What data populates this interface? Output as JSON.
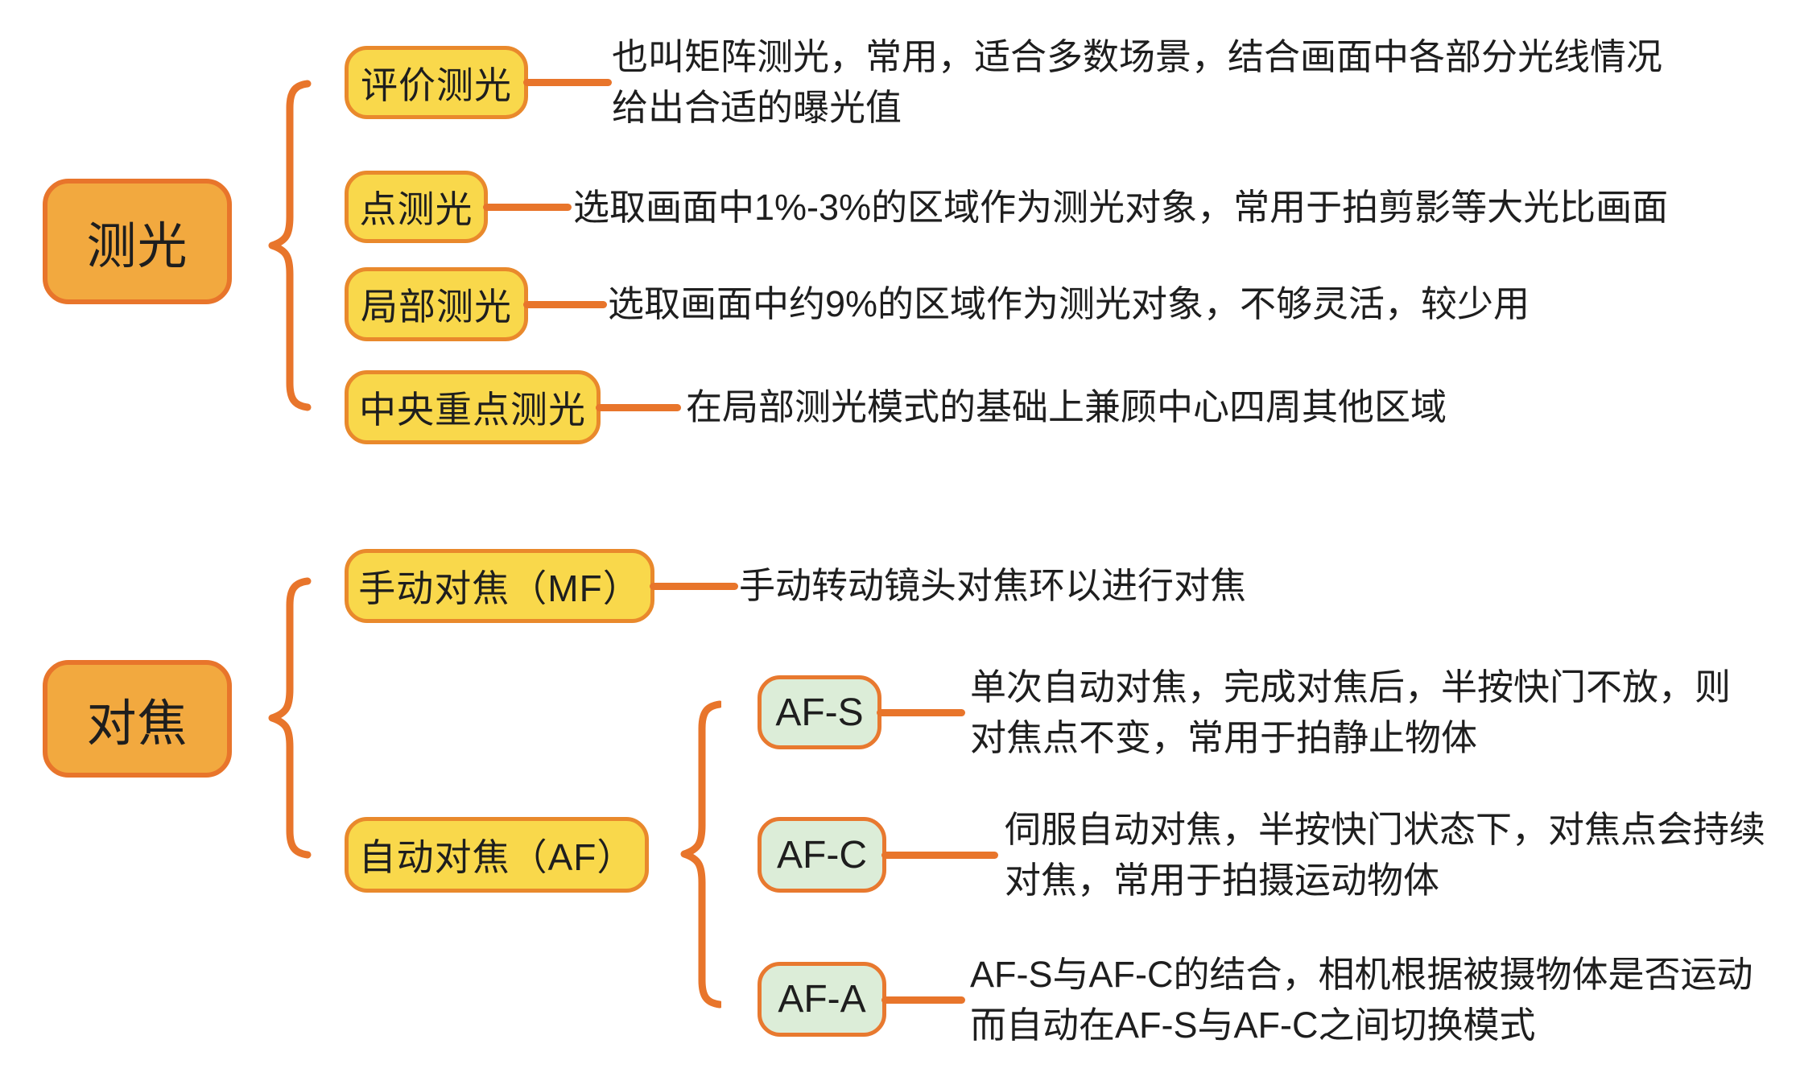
{
  "palette": {
    "root_fill": "#F2A93F",
    "root_border": "#E8752B",
    "child_fill": "#F9D84B",
    "child_border": "#E9892C",
    "leaf_fill": "#DCEDD8",
    "leaf_border": "#E8792F",
    "line_color": "#E8752B",
    "text_color": "#1E1E1E"
  },
  "sections": [
    {
      "root": "测光",
      "children": [
        {
          "label": "评价测光",
          "desc": [
            "也叫矩阵测光，常用，适合多数场景，结合画面中各部分光线情况",
            "给出合适的曝光值"
          ]
        },
        {
          "label": "点测光",
          "desc": [
            "选取画面中1%-3%的区域作为测光对象，常用于拍剪影等大光比画面"
          ]
        },
        {
          "label": "局部测光",
          "desc": [
            "选取画面中约9%的区域作为测光对象，不够灵活，较少用"
          ]
        },
        {
          "label": "中央重点测光",
          "desc": [
            "在局部测光模式的基础上兼顾中心四周其他区域"
          ]
        }
      ]
    },
    {
      "root": "对焦",
      "children": [
        {
          "label": "手动对焦（MF）",
          "desc": [
            "手动转动镜头对焦环以进行对焦"
          ]
        },
        {
          "label": "自动对焦（AF）",
          "children": [
            {
              "label": "AF-S",
              "desc": [
                "单次自动对焦，完成对焦后，半按快门不放，则",
                "对焦点不变，常用于拍静止物体"
              ]
            },
            {
              "label": "AF-C",
              "desc": [
                "伺服自动对焦，半按快门状态下，对焦点会持续",
                "对焦，常用于拍摄运动物体"
              ]
            },
            {
              "label": "AF-A",
              "desc": [
                "AF-S与AF-C的结合，相机根据被摄物体是否运动",
                "而自动在AF-S与AF-C之间切换模式"
              ]
            }
          ]
        }
      ]
    }
  ]
}
